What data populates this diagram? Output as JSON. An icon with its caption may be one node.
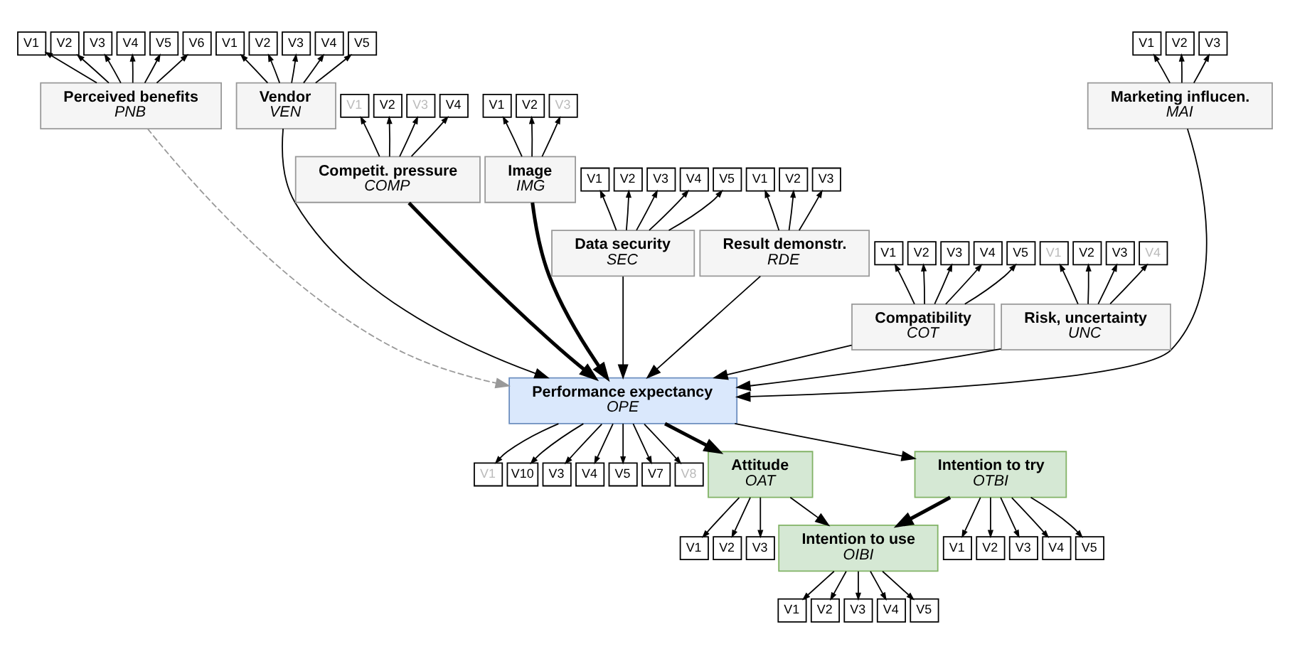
{
  "diagram": {
    "nodes": [
      {
        "text": [
          "Marketing influcen.",
          "MAI"
        ]
      },
      {
        "text": [
          "V1"
        ]
      },
      {
        "text": [
          "V2"
        ]
      },
      {
        "text": [
          "V3"
        ]
      },
      {
        "text": [
          "Perceived benefits",
          "PNB"
        ]
      },
      {
        "text": [
          "V1"
        ]
      },
      {
        "text": [
          "V2"
        ]
      },
      {
        "text": [
          "V3"
        ]
      },
      {
        "text": [
          "V4"
        ]
      },
      {
        "text": [
          "V5"
        ]
      },
      {
        "text": [
          "V6"
        ]
      },
      {
        "text": [
          "Vendor",
          "VEN"
        ]
      },
      {
        "text": [
          "V1"
        ]
      },
      {
        "text": [
          "V2"
        ]
      },
      {
        "text": [
          "V3"
        ]
      },
      {
        "text": [
          "V4"
        ]
      },
      {
        "text": [
          "V5"
        ]
      },
      {
        "text": [
          "Competit. pressure",
          "COMP"
        ]
      },
      {
        "text": [
          "V1"
        ]
      },
      {
        "text": [
          "V2"
        ]
      },
      {
        "text": [
          "V3"
        ]
      },
      {
        "text": [
          "V4"
        ]
      },
      {
        "text": [
          "Image",
          "IMG"
        ]
      },
      {
        "text": [
          "V1"
        ]
      },
      {
        "text": [
          "V2"
        ]
      },
      {
        "text": [
          "V3"
        ]
      },
      {
        "text": [
          "Data security",
          "SEC"
        ]
      },
      {
        "text": [
          "V1"
        ]
      },
      {
        "text": [
          "V2"
        ]
      },
      {
        "text": [
          "V3"
        ]
      },
      {
        "text": [
          "V4"
        ]
      },
      {
        "text": [
          "V5"
        ]
      },
      {
        "text": [
          "Result demonstr.",
          "RDE"
        ]
      },
      {
        "text": [
          "V1"
        ]
      },
      {
        "text": [
          "V2"
        ]
      },
      {
        "text": [
          "V3"
        ]
      },
      {
        "text": [
          "Compatibility",
          "COT"
        ]
      },
      {
        "text": [
          "V1"
        ]
      },
      {
        "text": [
          "V2"
        ]
      },
      {
        "text": [
          "V3"
        ]
      },
      {
        "text": [
          "V4"
        ]
      },
      {
        "text": [
          "V5"
        ]
      },
      {
        "text": [
          "Risk, uncertainty",
          "UNC"
        ]
      },
      {
        "text": [
          "V1"
        ]
      },
      {
        "text": [
          "V2"
        ]
      },
      {
        "text": [
          "V3"
        ]
      },
      {
        "text": [
          "V4"
        ]
      },
      {
        "text": [
          "Performance expectancy",
          "OPE"
        ]
      },
      {
        "text": [
          "V1"
        ]
      },
      {
        "text": [
          "V10"
        ]
      },
      {
        "text": [
          "V3"
        ]
      },
      {
        "text": [
          "V4"
        ]
      },
      {
        "text": [
          "V5"
        ]
      },
      {
        "text": [
          "V7"
        ]
      },
      {
        "text": [
          "V8"
        ]
      },
      {
        "text": [
          "Attitude",
          "OAT"
        ]
      },
      {
        "text": [
          "V1"
        ]
      },
      {
        "text": [
          "V2"
        ]
      },
      {
        "text": [
          "V3"
        ]
      },
      {
        "text": [
          "Intention to try",
          "OTBI"
        ]
      },
      {
        "text": [
          "V1"
        ]
      },
      {
        "text": [
          "V2"
        ]
      },
      {
        "text": [
          "V3"
        ]
      },
      {
        "text": [
          "V4"
        ]
      },
      {
        "text": [
          "V5"
        ]
      },
      {
        "text": [
          "Intention to use",
          "OIBI"
        ]
      },
      {
        "text": [
          "V1"
        ]
      },
      {
        "text": [
          "V2"
        ]
      },
      {
        "text": [
          "V3"
        ]
      },
      {
        "text": [
          "V4"
        ]
      },
      {
        "text": [
          "V5"
        ]
      }
    ],
    "edges": [
      {
        "from": 0,
        "to": 1,
        "arrow": "to"
      },
      {
        "from": 0,
        "to": 2,
        "arrow": "to"
      },
      {
        "from": 0,
        "to": 3,
        "arrow": "to"
      },
      {
        "from": 4,
        "to": 5,
        "arrow": "to"
      },
      {
        "from": 4,
        "to": 6,
        "arrow": "to"
      },
      {
        "from": 4,
        "to": 7,
        "arrow": "to"
      },
      {
        "from": 4,
        "to": 8,
        "arrow": "to"
      },
      {
        "from": 4,
        "to": 9,
        "arrow": "to"
      },
      {
        "from": 4,
        "to": 10,
        "arrow": "to"
      },
      {
        "from": 11,
        "to": 12,
        "arrow": "to"
      },
      {
        "from": 11,
        "to": 13,
        "arrow": "to"
      },
      {
        "from": 11,
        "to": 14,
        "arrow": "to"
      },
      {
        "from": 11,
        "to": 15,
        "arrow": "to"
      },
      {
        "from": 11,
        "to": 16,
        "arrow": "to"
      },
      {
        "from": 17,
        "to": 18,
        "arrow": "to"
      },
      {
        "from": 17,
        "to": 19,
        "arrow": "to"
      },
      {
        "from": 17,
        "to": 20,
        "arrow": "to"
      },
      {
        "from": 17,
        "to": 21,
        "arrow": "to"
      },
      {
        "from": 22,
        "to": 23,
        "arrow": "to"
      },
      {
        "from": 22,
        "to": 24,
        "arrow": "to"
      },
      {
        "from": 22,
        "to": 25,
        "arrow": "to"
      },
      {
        "from": 26,
        "to": 27,
        "arrow": "to"
      },
      {
        "from": 26,
        "to": 28,
        "arrow": "to"
      },
      {
        "from": 26,
        "to": 29,
        "arrow": "to"
      },
      {
        "from": 26,
        "to": 30,
        "arrow": "to"
      },
      {
        "from": 26,
        "to": 31,
        "arrow": "to"
      },
      {
        "from": 32,
        "to": 33,
        "arrow": "to"
      },
      {
        "from": 32,
        "to": 34,
        "arrow": "to"
      },
      {
        "from": 32,
        "to": 35,
        "arrow": "to"
      },
      {
        "from": 36,
        "to": 37,
        "arrow": "to"
      },
      {
        "from": 36,
        "to": 38,
        "arrow": "to"
      },
      {
        "from": 36,
        "to": 39,
        "arrow": "to"
      },
      {
        "from": 36,
        "to": 40,
        "arrow": "to"
      },
      {
        "from": 36,
        "to": 41,
        "arrow": "to"
      },
      {
        "from": 42,
        "to": 43,
        "arrow": "to"
      },
      {
        "from": 42,
        "to": 44,
        "arrow": "to"
      },
      {
        "from": 42,
        "to": 45,
        "arrow": "to"
      },
      {
        "from": 42,
        "to": 46,
        "arrow": "to"
      },
      {
        "from": 47,
        "to": 48,
        "arrow": "to"
      },
      {
        "from": 47,
        "to": 49,
        "arrow": "to"
      },
      {
        "from": 47,
        "to": 50,
        "arrow": "to"
      },
      {
        "from": 47,
        "to": 51,
        "arrow": "to"
      },
      {
        "from": 47,
        "to": 52,
        "arrow": "to"
      },
      {
        "from": 47,
        "to": 53,
        "arrow": "to"
      },
      {
        "from": 47,
        "to": 54,
        "arrow": "to"
      },
      {
        "from": 55,
        "to": 56,
        "arrow": "to"
      },
      {
        "from": 55,
        "to": 57,
        "arrow": "to"
      },
      {
        "from": 55,
        "to": 58,
        "arrow": "to"
      },
      {
        "from": 59,
        "to": 60,
        "arrow": "to"
      },
      {
        "from": 59,
        "to": 61,
        "arrow": "to"
      },
      {
        "from": 59,
        "to": 62,
        "arrow": "to"
      },
      {
        "from": 59,
        "to": 63,
        "arrow": "to"
      },
      {
        "from": 59,
        "to": 64,
        "arrow": "to"
      },
      {
        "from": 65,
        "to": 66,
        "arrow": "to"
      },
      {
        "from": 65,
        "to": 67,
        "arrow": "to"
      },
      {
        "from": 65,
        "to": 68,
        "arrow": "to"
      },
      {
        "from": 65,
        "to": 69,
        "arrow": "to"
      },
      {
        "from": 65,
        "to": 70,
        "arrow": "to"
      },
      {
        "from": 17,
        "to": 47,
        "arrow": "to",
        "style": "thick"
      },
      {
        "from": 0,
        "to": 47,
        "arrow": "to"
      },
      {
        "from": 4,
        "to": 47,
        "arrow": "to",
        "style": "dashed",
        "color": "#999999"
      },
      {
        "from": 11,
        "to": 47,
        "arrow": "to"
      },
      {
        "from": 22,
        "to": 47,
        "arrow": "to",
        "style": "thick"
      },
      {
        "from": 26,
        "to": 47,
        "arrow": "to"
      },
      {
        "from": 36,
        "to": 47,
        "arrow": "to"
      },
      {
        "from": 32,
        "to": 47,
        "arrow": "to"
      },
      {
        "from": 42,
        "to": 47,
        "arrow": "to"
      },
      {
        "from": 47,
        "to": 55,
        "arrow": "to",
        "style": "thick"
      },
      {
        "from": 47,
        "to": 59,
        "arrow": "to"
      },
      {
        "from": 55,
        "to": 65,
        "arrow": "to"
      },
      {
        "from": 59,
        "to": 65,
        "arrow": "to",
        "style": "thick"
      }
    ]
  }
}
